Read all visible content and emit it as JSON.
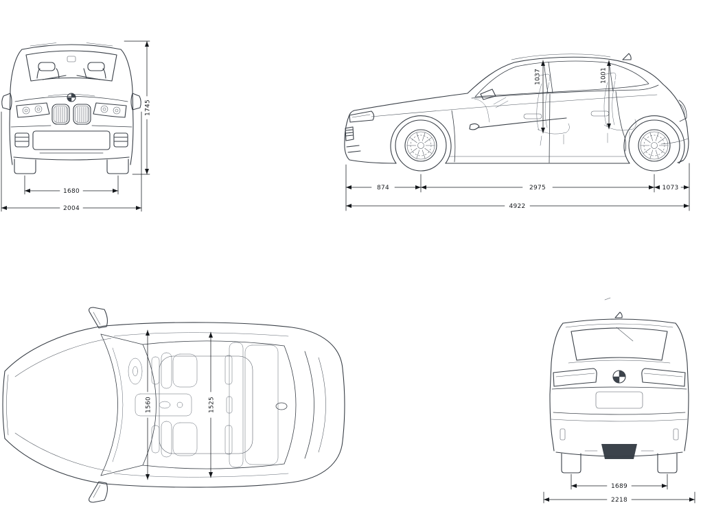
{
  "page": {
    "background": "#ffffff",
    "line_color": "#373d45",
    "dim_color": "#15181c"
  },
  "views": {
    "front": {
      "name": "front-view",
      "dims": {
        "height": "1745",
        "track": "1680",
        "width": "2004"
      }
    },
    "side": {
      "name": "side-view",
      "dims": {
        "headroom_front": "1037",
        "headroom_rear": "1001",
        "front_overhang": "874",
        "wheelbase": "2975",
        "rear_overhang": "1073",
        "length": "4922"
      }
    },
    "top": {
      "name": "top-view",
      "dims": {
        "width_front_interior": "1560",
        "width_rear_interior": "1525"
      }
    },
    "rear": {
      "name": "rear-view",
      "dims": {
        "track_rear": "1689",
        "width_overall": "2218"
      }
    }
  }
}
